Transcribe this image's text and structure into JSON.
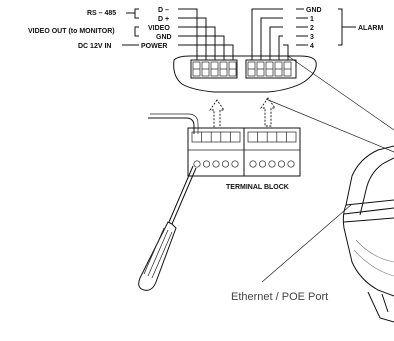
{
  "left_groups": {
    "rs485": "RS – 485",
    "video_out": "VIDEO OUT (to MONITOR)",
    "dc12v": "DC 12V IN"
  },
  "left_pins": [
    "D –",
    "D +",
    "VIDEO",
    "GND",
    "POWER"
  ],
  "right_pins": [
    "GND",
    "1",
    "2",
    "3",
    "4"
  ],
  "alarm_label": "ALARM",
  "terminal_block_label": "TERMINAL BLOCK",
  "ethernet_label": "Ethernet / POE Port"
}
